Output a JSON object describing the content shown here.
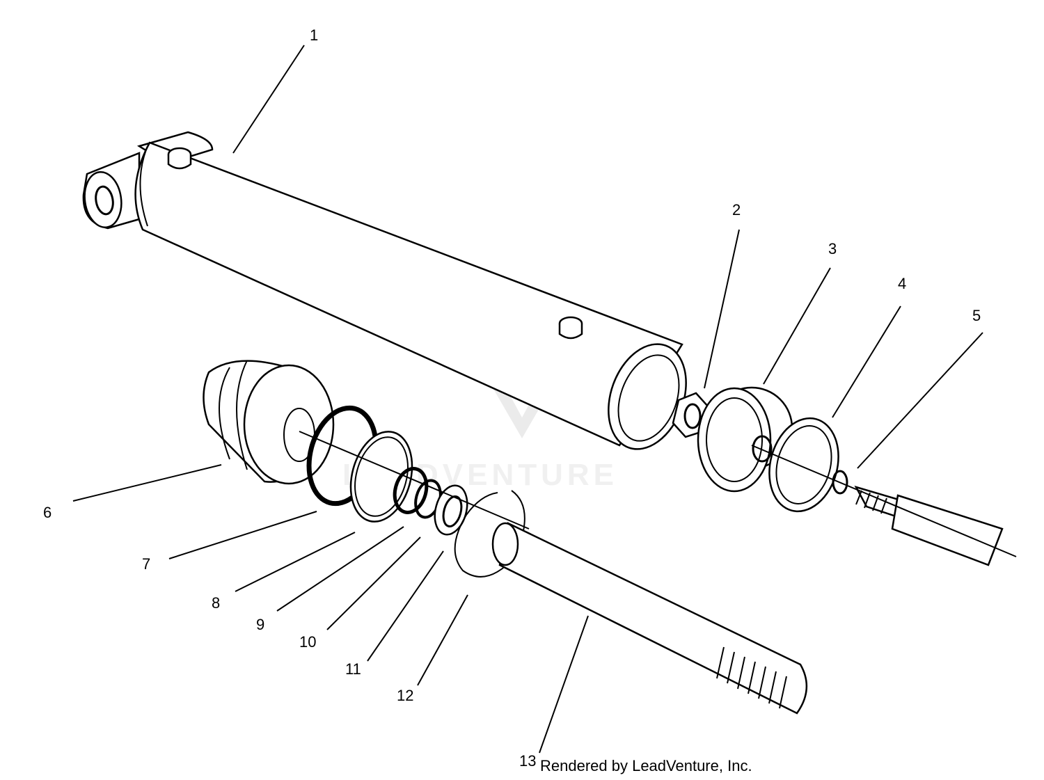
{
  "watermark": {
    "text": "LEADVENTURE"
  },
  "callouts": [
    {
      "id": 1,
      "label": "1"
    },
    {
      "id": 2,
      "label": "2"
    },
    {
      "id": 3,
      "label": "3"
    },
    {
      "id": 4,
      "label": "4"
    },
    {
      "id": 5,
      "label": "5"
    },
    {
      "id": 6,
      "label": "6"
    },
    {
      "id": 7,
      "label": "7"
    },
    {
      "id": 8,
      "label": "8"
    },
    {
      "id": 9,
      "label": "9"
    },
    {
      "id": 10,
      "label": "10"
    },
    {
      "id": 11,
      "label": "11"
    },
    {
      "id": 12,
      "label": "12"
    },
    {
      "id": 13,
      "label": "13"
    }
  ],
  "footer": {
    "credit": "Rendered by LeadVenture, Inc."
  }
}
